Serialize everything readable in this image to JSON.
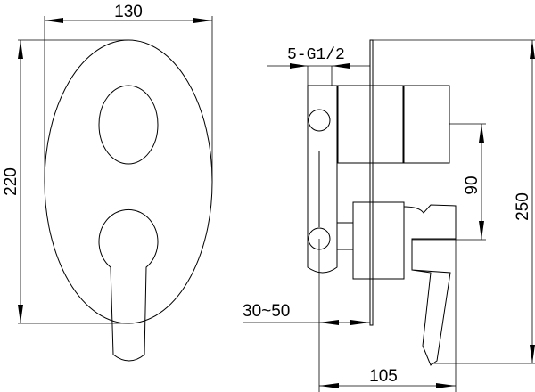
{
  "front_view": {
    "width_label": "130",
    "height_label": "220"
  },
  "side_view": {
    "thread_label": "5-G1/2",
    "offset_label": "90",
    "total_height_label": "250",
    "depth_range_label": "30~50",
    "projection_label": "105"
  }
}
